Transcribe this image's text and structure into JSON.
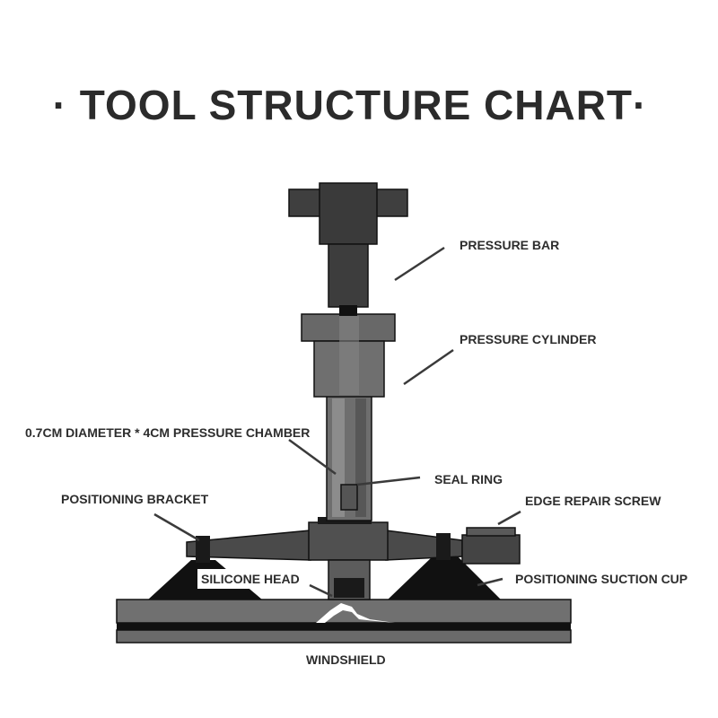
{
  "title": "· TOOL STRUCTURE CHART·",
  "labels": {
    "pressure_bar": "PRESSURE BAR",
    "pressure_cylinder": "PRESSURE CYLINDER",
    "pressure_chamber": "0.7CM DIAMETER * 4CM PRESSURE CHAMBER",
    "seal_ring": "SEAL RING",
    "positioning_bracket": "POSITIONING BRACKET",
    "edge_repair_screw": "EDGE REPAIR SCREW",
    "silicone_head": "SILICONE HEAD",
    "positioning_suction_cup": "POSITIONING SUCTION CUP",
    "windshield": "WINDSHIELD"
  },
  "colors": {
    "dark": "#3d3d3d",
    "mid": "#6a6a6a",
    "light": "#8a8a8a",
    "glass": "#6f6f6f",
    "crack": "#ffffff"
  }
}
